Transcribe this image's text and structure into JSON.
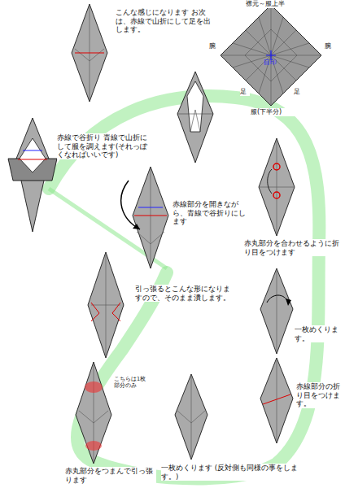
{
  "diagram": {
    "labels": [
      "こんな感じになります お次は、赤線で山折にして足を出します。",
      "襟元～服上半",
      "腕",
      "腕",
      "目印",
      "足",
      "足",
      "服(下半分)",
      "赤線で谷折り 青線で山折にして服を調えます(それっぽくなればいいです)",
      "赤線部分を開きながら、青線で谷折りにします",
      "赤丸部分を合わせるように折り目をつけます",
      "引っ張るとこんな形になりますので、そのまま潰します。",
      "一枚めくります。",
      "こちらは1枚部分のみ",
      "赤線部分の折り目をつけます。",
      "赤丸部分をつまんで引っ張ります",
      "一枚めくります (反対側も同様の事をします。)"
    ]
  }
}
